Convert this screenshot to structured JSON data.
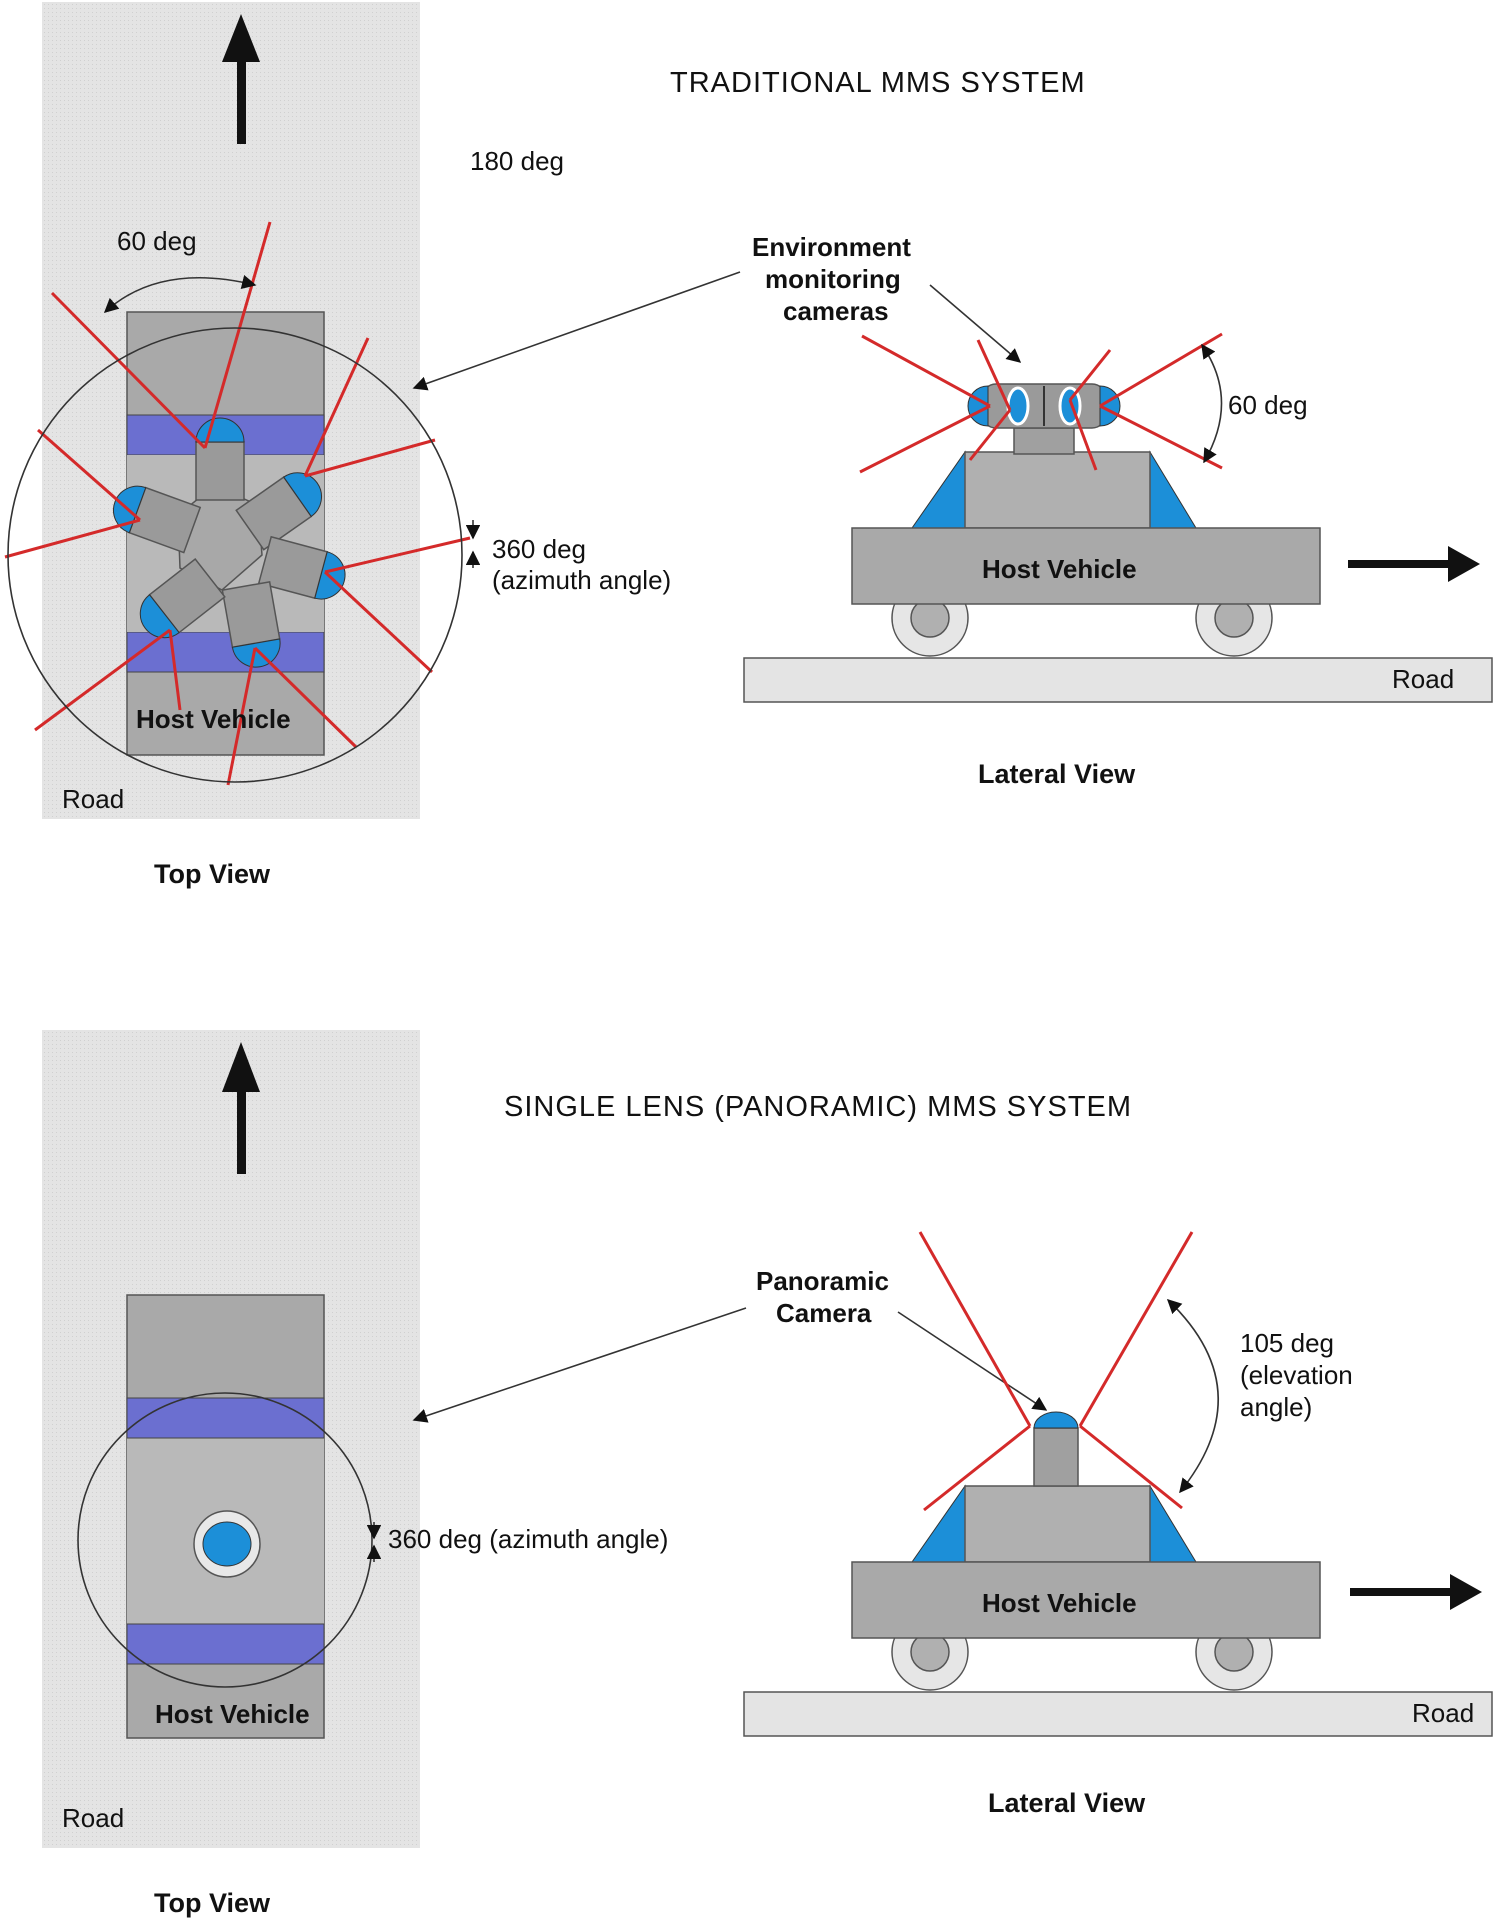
{
  "traditional": {
    "title": "TRADITIONAL MMS SYSTEM",
    "top_view": {
      "angle_180": "180 deg",
      "angle_60": "60 deg",
      "azimuth_line1": "360 deg",
      "azimuth_line2": "(azimuth angle)",
      "vehicle": "Host Vehicle",
      "road": "Road",
      "caption": "Top View"
    },
    "lateral_view": {
      "cameras_line1": "Environment",
      "cameras_line2": "monitoring",
      "cameras_line3": "cameras",
      "angle": "60 deg",
      "vehicle": "Host Vehicle",
      "road": "Road",
      "caption": "Lateral View"
    }
  },
  "panoramic": {
    "title": "SINGLE LENS (PANORAMIC) MMS SYSTEM",
    "top_view": {
      "azimuth": "360 deg (azimuth angle)",
      "vehicle": "Host Vehicle",
      "road": "Road",
      "caption": "Top View"
    },
    "lateral_view": {
      "camera_line1": "Panoramic",
      "camera_line2": "Camera",
      "elev_line1": "105 deg",
      "elev_line2": "(elevation",
      "elev_line3": "angle)",
      "vehicle": "Host Vehicle",
      "road": "Road",
      "caption": "Lateral View"
    }
  },
  "colors": {
    "road": "#e2e2e2",
    "vehicle": "#a9a9a9",
    "band": "#6b6fd0",
    "lens": "#1c8fd8",
    "fov": "#d42a2a"
  }
}
